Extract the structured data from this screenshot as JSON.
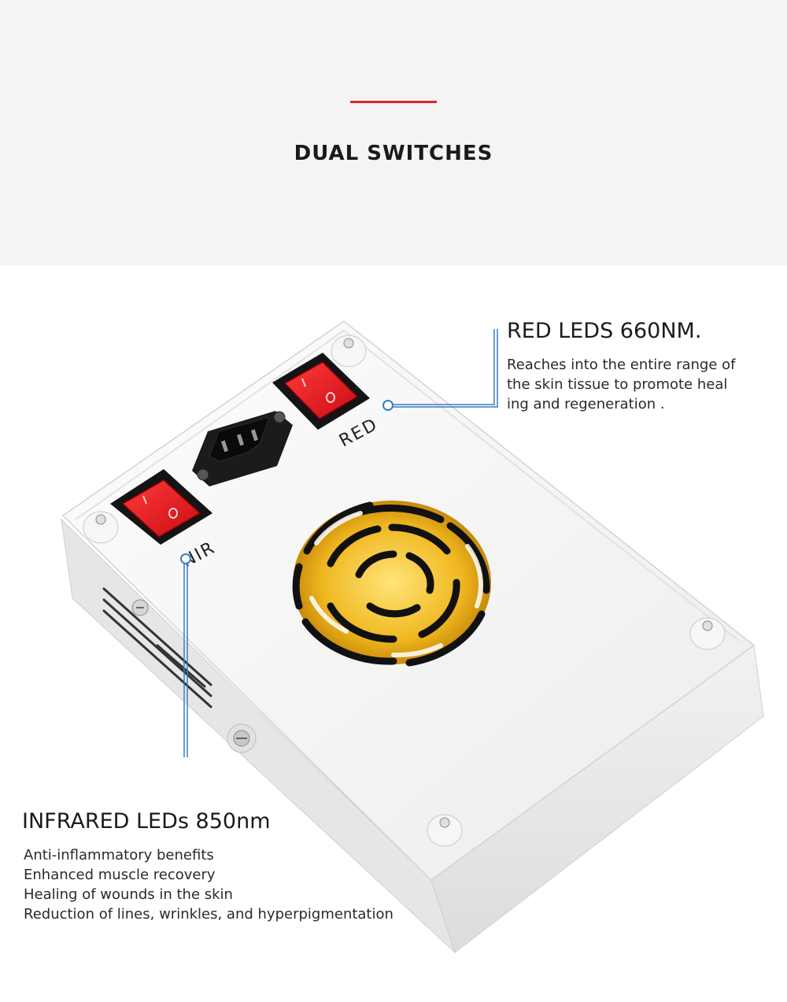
{
  "header": {
    "title": "DUAL SWITCHES",
    "accent_color": "#d7262d",
    "background": "#f4f4f4"
  },
  "product": {
    "switch_labels": {
      "red": "RED",
      "nir": "NIR"
    },
    "switch_positions": {
      "on": "I",
      "off": "O"
    },
    "switch_color": "#e8141c",
    "callout_line_color": "#3a7cc4"
  },
  "callouts": {
    "red": {
      "title": "RED LEDS 660NM.",
      "lines": [
        "Reaches into the entire range of",
        "the skin tissue to promote heal",
        "ing and regeneration ."
      ]
    },
    "infrared": {
      "title": "INFRARED LEDs 850nm",
      "lines": [
        "Anti-inflammatory benefits",
        "Enhanced muscle recovery",
        "Healing of wounds in the skin",
        "Reduction of lines, wrinkles, and hyperpigmentation"
      ]
    }
  }
}
